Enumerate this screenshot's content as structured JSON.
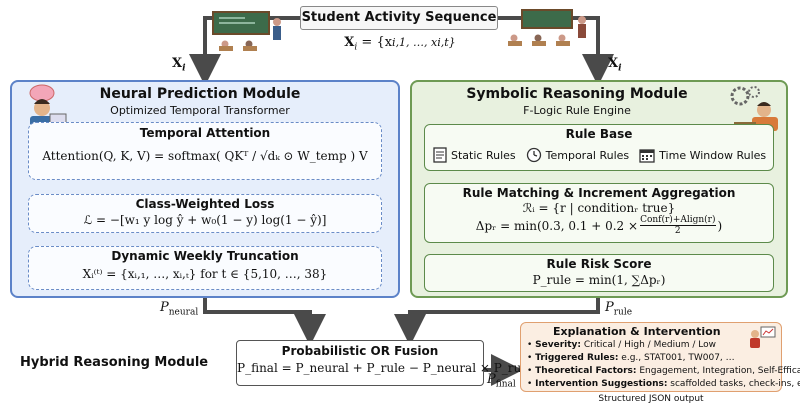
{
  "colors": {
    "neural_bg": "#e6eefb",
    "neural_border": "#5c82c8",
    "symbolic_bg": "#e8f1df",
    "symbolic_border": "#6e9a54",
    "hybrid_bg": "#efe4f4",
    "hybrid_border": "#a882c2",
    "explanation_bg": "#fbeee2",
    "explanation_border": "#e0a070",
    "arrow": "#4a4a4a"
  },
  "student_sequence": {
    "title": "Student Activity Sequence",
    "formula_lhs": "X",
    "formula_sub": "i",
    "formula_rhs": " = {x",
    "formula_tail": "i,1, …, xi,t}"
  },
  "arrow_labels": {
    "left_x": "X",
    "left_x_sub": "i",
    "right_x": "X",
    "right_x_sub": "i",
    "p_neural": "P",
    "p_neural_sub": "neural",
    "p_rule": "P",
    "p_rule_sub": "rule",
    "p_final": "P",
    "p_final_sub": "final"
  },
  "neural_module": {
    "title": "Neural Prediction Module",
    "subtitle": "Optimized Temporal Transformer",
    "temporal_attention": {
      "title": "Temporal Attention",
      "formula": "Attention(Q, K, V) = softmax( QKᵀ / √dₖ ⊙ W_temp ) V"
    },
    "class_weighted_loss": {
      "title": "Class-Weighted Loss",
      "formula": "ℒ = −[w₁ y log ŷ + w₀(1 − y) log(1 − ŷ)]"
    },
    "weekly_truncation": {
      "title": "Dynamic Weekly Truncation",
      "formula": "Xᵢ⁽ᵗ⁾ = {xᵢ,₁, …, xᵢ,ₜ} for t ∈ {5,10, …, 38}"
    }
  },
  "symbolic_module": {
    "title": "Symbolic Reasoning Module",
    "subtitle": "F-Logic Rule Engine",
    "rule_base": {
      "title": "Rule Base",
      "items": [
        "Static Rules",
        "Temporal Rules",
        "Time Window Rules"
      ]
    },
    "rule_matching": {
      "title": "Rule Matching & Increment Aggregation",
      "formula1": "ℛᵢ = {r | conditionᵣ true}",
      "formula2_prefix": "Δpᵣ = min(0.3, 0.1 + 0.2 ×",
      "formula2_num": "Conf(r)+Align(r)",
      "formula2_den": "2",
      "formula2_suffix": ")"
    },
    "rule_risk": {
      "title": "Rule Risk Score",
      "formula": "P_rule = min(1, ∑Δpᵣ)"
    }
  },
  "hybrid_module": {
    "label": "Hybrid Reasoning Module",
    "fusion_title": "Probabilistic OR Fusion",
    "fusion_formula": "P_final = P_neural + P_rule − P_neural × P_rule"
  },
  "explanation": {
    "title": "Explanation & Intervention",
    "items": [
      {
        "key": "Severity:",
        "value": " Critical / High / Medium / Low"
      },
      {
        "key": "Triggered Rules:",
        "value": " e.g., STAT001, TW007, …"
      },
      {
        "key": "Theoretical Factors:",
        "value": " Engagement, Integration, Self-Efficacy"
      },
      {
        "key": "Intervention Suggestions:",
        "value": " scaffolded tasks, check-ins, etc."
      }
    ],
    "footer": "Structured JSON output"
  },
  "icons": [
    "classroom-illustration",
    "student-brain-illustration",
    "student-gears-illustration",
    "teacher-illustration",
    "document-icon",
    "clock-icon",
    "calendar-icon"
  ]
}
